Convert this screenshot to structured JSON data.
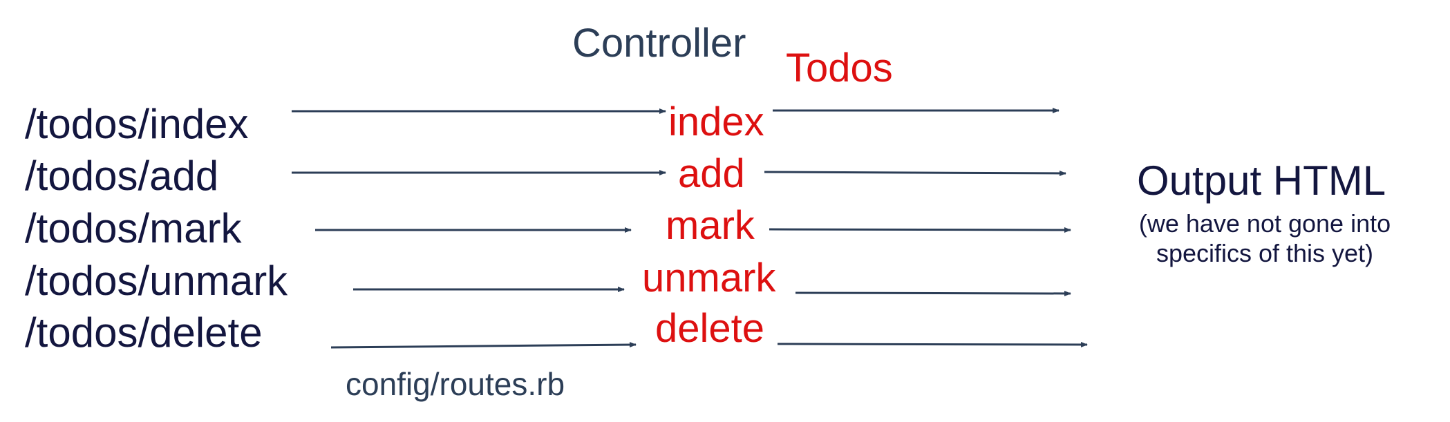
{
  "controller_label": "Controller",
  "controller_name": "Todos",
  "routes": [
    "/todos/index",
    "/todos/add",
    "/todos/mark",
    "/todos/unmark",
    "/todos/delete"
  ],
  "actions": [
    "index",
    "add",
    "mark",
    "unmark",
    "delete"
  ],
  "routes_file": "config/routes.rb",
  "output": {
    "title": "Output HTML",
    "note": "(we have not gone into\nspecifics of this yet)"
  },
  "colors": {
    "route_text": "#13163f",
    "label_text": "#2c3e57",
    "action_text": "#dd1010",
    "arrow": "#2c3e57"
  }
}
